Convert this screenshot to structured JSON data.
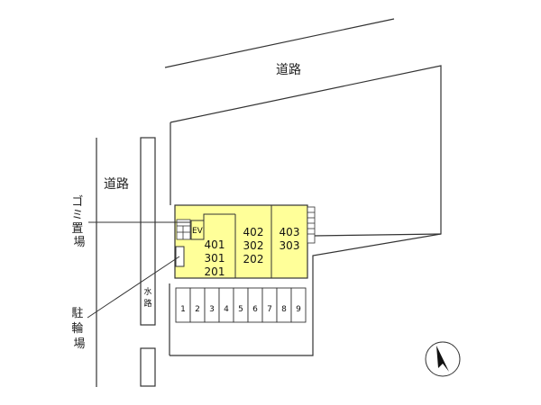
{
  "labels": {
    "road_top": "道路",
    "road_left": "道路",
    "garbage": "ゴミ置場",
    "bicycle": "駐輪場",
    "waterway": "水路",
    "ev": "EV"
  },
  "units": [
    [
      "401",
      "301",
      "201"
    ],
    [
      "402",
      "302",
      "202"
    ],
    [
      "403",
      "303"
    ]
  ],
  "parking": [
    "1",
    "2",
    "3",
    "4",
    "5",
    "6",
    "7",
    "8",
    "9"
  ],
  "colors": {
    "building": "#ffff99",
    "line": "#333333"
  },
  "compass": "north-arrow-icon"
}
